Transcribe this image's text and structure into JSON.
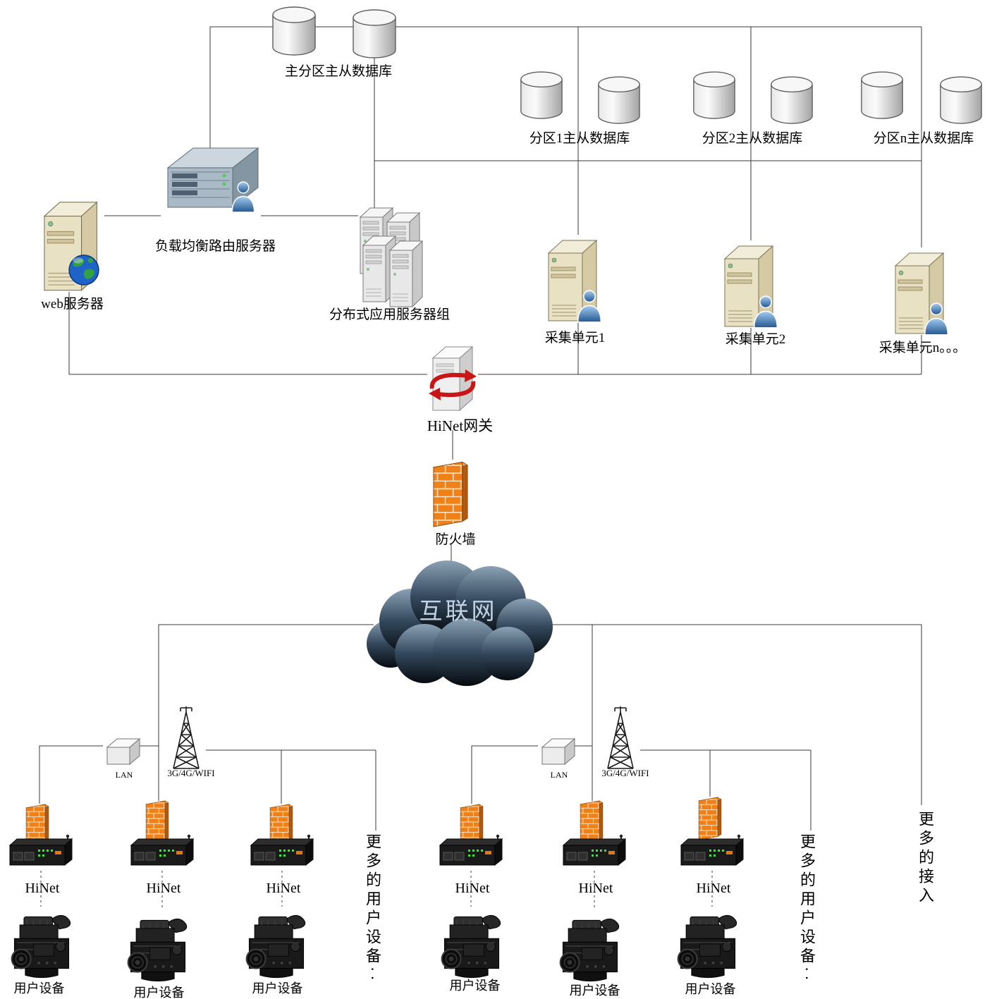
{
  "diagram": {
    "type": "network-architecture",
    "labels": {
      "main_db": "主分区主从数据库",
      "part1_db": "分区1主从数据库",
      "part2_db": "分区2主从数据库",
      "partn_db": "分区n主从数据库",
      "load_balancer": "负载均衡路由服务器",
      "web_server": "web服务器",
      "app_server_group": "分布式应用服务器组",
      "collector1": "采集单元1",
      "collector2": "采集单元2",
      "collectorn": "采集单元n。。。",
      "gateway": "HiNet网关",
      "firewall": "防火墙",
      "internet": "互联网",
      "lan": "LAN",
      "wifi": "3G/4G/WIFI",
      "hinet": "HiNet",
      "user_device": "用户设备",
      "more_user_devices": "更多的用户设备··",
      "more_access": "更多的接入"
    },
    "icons": {
      "database": "cylinder",
      "tower_server": "3d-beige-tower",
      "app_server": "3d-gray-tower",
      "rack_server": "3d-blue-gray-rack",
      "user": "blue-person-silhouette",
      "globe": "blue-green-globe",
      "gateway": "white-box-with-red-sync-arrows",
      "firewall": "orange-brick-wall",
      "internet_cloud": "dark-cloud",
      "lan_switch": "small-white-box",
      "antenna": "lattice-mast",
      "hinet_device": "black-router",
      "user_equipment": "diesel-engine"
    },
    "colors": {
      "firewall_orange": "#f08018",
      "cloud_dark": "#10161d",
      "arrow_red": "#c81616",
      "server_beige": "#e9e1c4",
      "rack_blue_gray": "#a9b9c5",
      "led_green": "#46e046",
      "line": "#3a3a3a"
    }
  }
}
